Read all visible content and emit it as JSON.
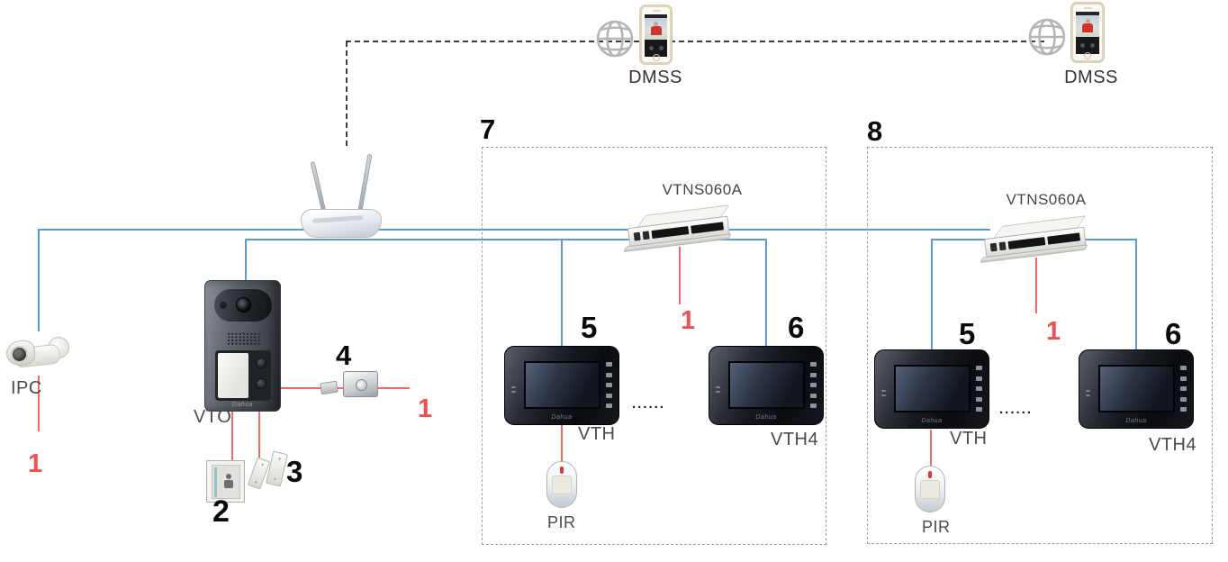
{
  "palette": {
    "network_line_blue": "#5b9bd5",
    "power_line_red": "#ee6a6a",
    "red_label": "#f25050",
    "zone_border_gray": "#9f9f9f",
    "internet_dashed_line": "#3d3d3d"
  },
  "internet": {
    "phone1": {
      "app_label": "DMSS"
    },
    "phone2": {
      "app_label": "DMSS"
    }
  },
  "site": {
    "ipc": {
      "label": "IPC",
      "wire_num": "1"
    },
    "vto": {
      "label": "VTO",
      "brand": "Dahua"
    },
    "exit_button": {
      "num": "2"
    },
    "door_contact": {
      "num": "3"
    },
    "lock": {
      "num": "4",
      "wire_num": "1"
    }
  },
  "zones": [
    {
      "num": "7",
      "switch": {
        "model": "VTNS060A",
        "wire_num": "1"
      },
      "vth": {
        "num": "5",
        "label": "VTH",
        "brand": "Dahua"
      },
      "vth4": {
        "num": "6",
        "label": "VTH4",
        "brand": "Dahua"
      },
      "ellipsis": "......",
      "pir": {
        "label": "PIR"
      }
    },
    {
      "num": "8",
      "switch": {
        "model": "VTNS060A",
        "wire_num": "1"
      },
      "vth": {
        "num": "5",
        "label": "VTH",
        "brand": "Dahua"
      },
      "vth4": {
        "num": "6",
        "label": "VTH4",
        "brand": "Dahua"
      },
      "ellipsis": "......",
      "pir": {
        "label": "PIR"
      }
    }
  ]
}
